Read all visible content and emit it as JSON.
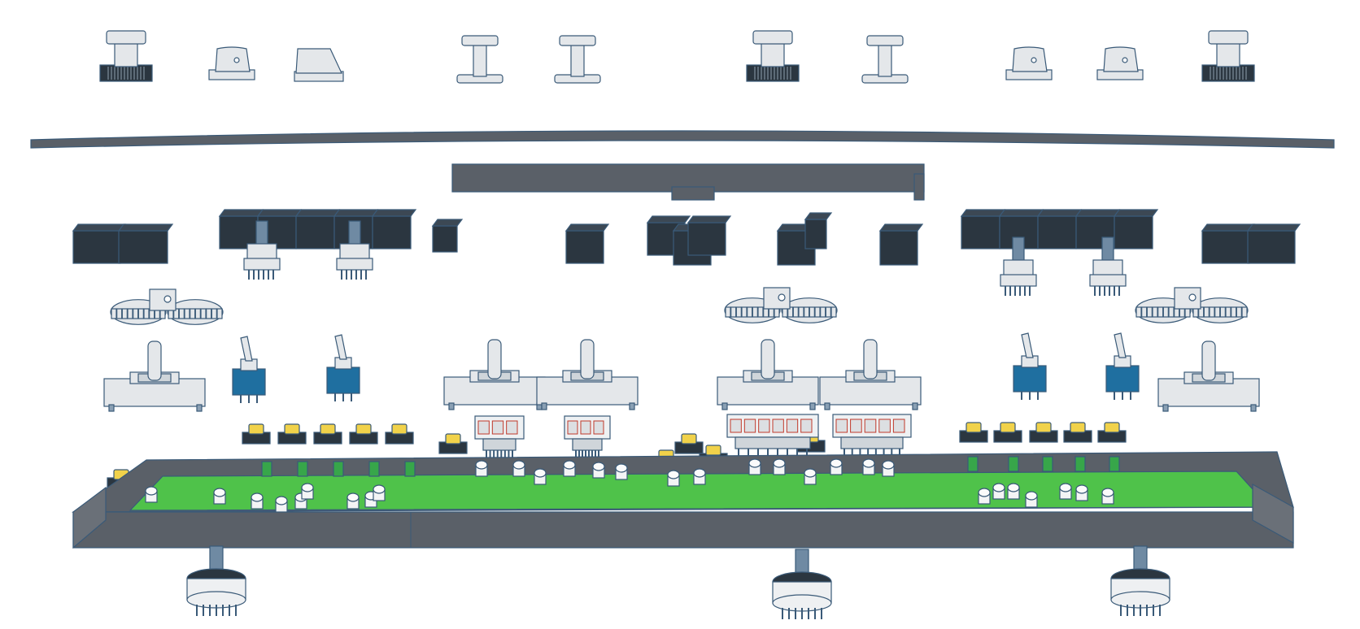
{
  "diagram": {
    "kind": "exploded-assembly",
    "layers": [
      {
        "name": "knob-caps",
        "count": 10
      },
      {
        "name": "front-panel-plate",
        "count": 1
      },
      {
        "name": "display-bezel",
        "count": 1
      },
      {
        "name": "button-caps",
        "count": 25
      },
      {
        "name": "rotary-shaft-switches",
        "count": 4
      },
      {
        "name": "gear-sets",
        "count": 3
      },
      {
        "name": "potentiometers",
        "count": 7
      },
      {
        "name": "toggle-switches",
        "count": 4
      },
      {
        "name": "tactile-switches",
        "count": 15
      },
      {
        "name": "seven-segment-displays",
        "count": 7
      },
      {
        "name": "pcb-assembly",
        "count": 1
      },
      {
        "name": "bottom-rotary-switches",
        "count": 3
      }
    ],
    "colors": {
      "part_light": "#e4e7ea",
      "part_outline": "#3a5a78",
      "part_dark": "#2b3640",
      "panel": "#5a6068",
      "blue_switch": "#1f6fa0",
      "pcb": "#4fc24a",
      "tact_cap": "#f1d24a",
      "display_red": "#c0392b"
    }
  }
}
